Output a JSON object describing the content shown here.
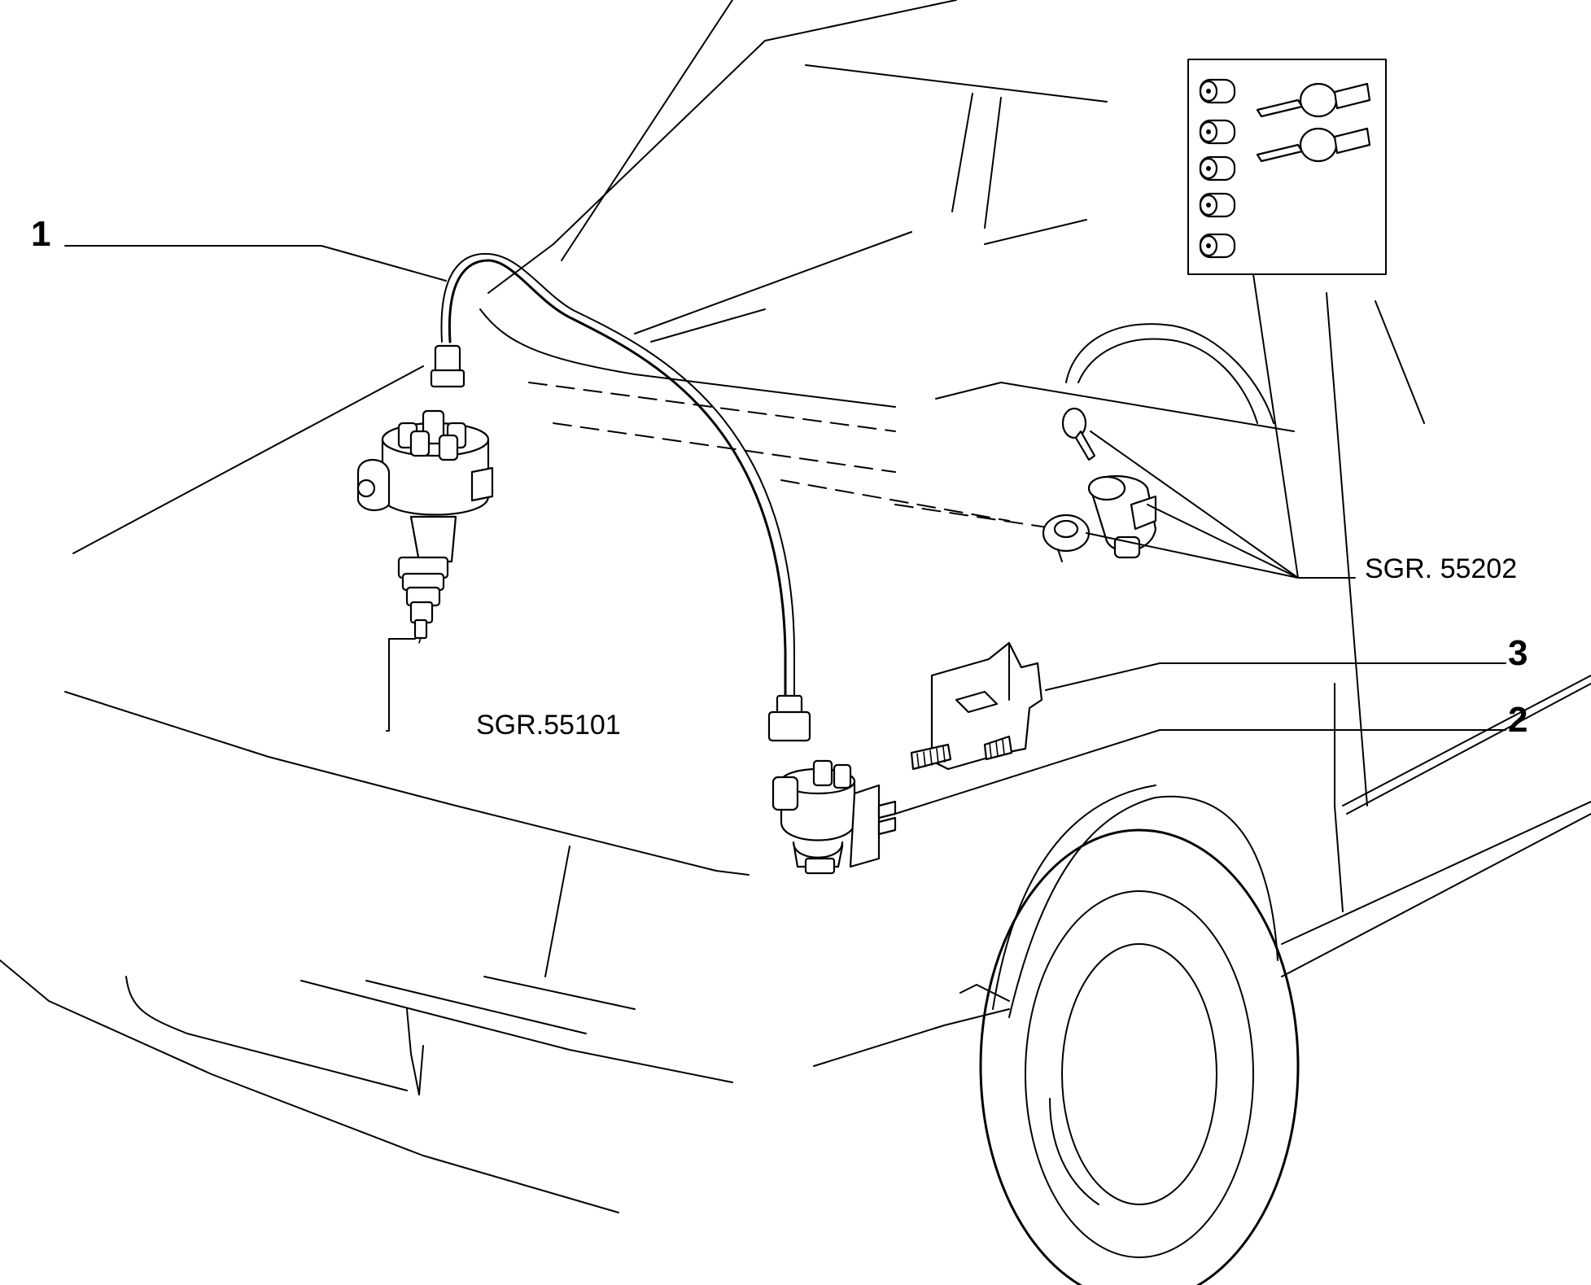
{
  "callouts": {
    "item_1": "1",
    "item_2": "2",
    "item_3": "3",
    "ref_distributor": "SGR.55101",
    "ref_locks": "SGR. 55202"
  },
  "colors": {
    "line": "#000000",
    "background": "#ffffff"
  }
}
